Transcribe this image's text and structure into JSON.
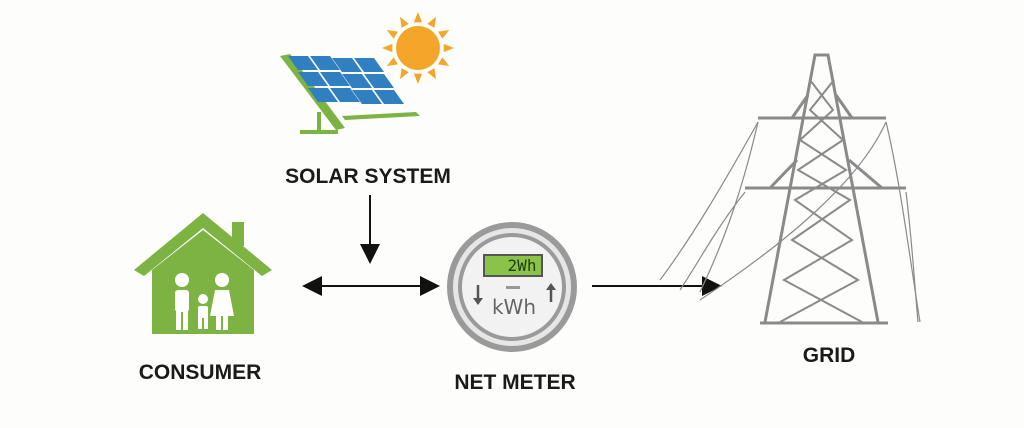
{
  "nodes": {
    "solar": {
      "label": "SOLAR SYSTEM",
      "icon": "solar-panel-icon"
    },
    "consumer": {
      "label": "CONSUMER",
      "icon": "house-family-icon"
    },
    "meter": {
      "label": "NET METER",
      "icon": "meter-icon",
      "display": "2Wh",
      "unit": "kWh"
    },
    "grid": {
      "label": "GRID",
      "icon": "transmission-tower-icon"
    }
  },
  "colors": {
    "green": "#7cb342",
    "panel": "#2f7fc1",
    "sun": "#f4a62a",
    "meter_gray": "#999999",
    "display": "#8bc34a"
  }
}
